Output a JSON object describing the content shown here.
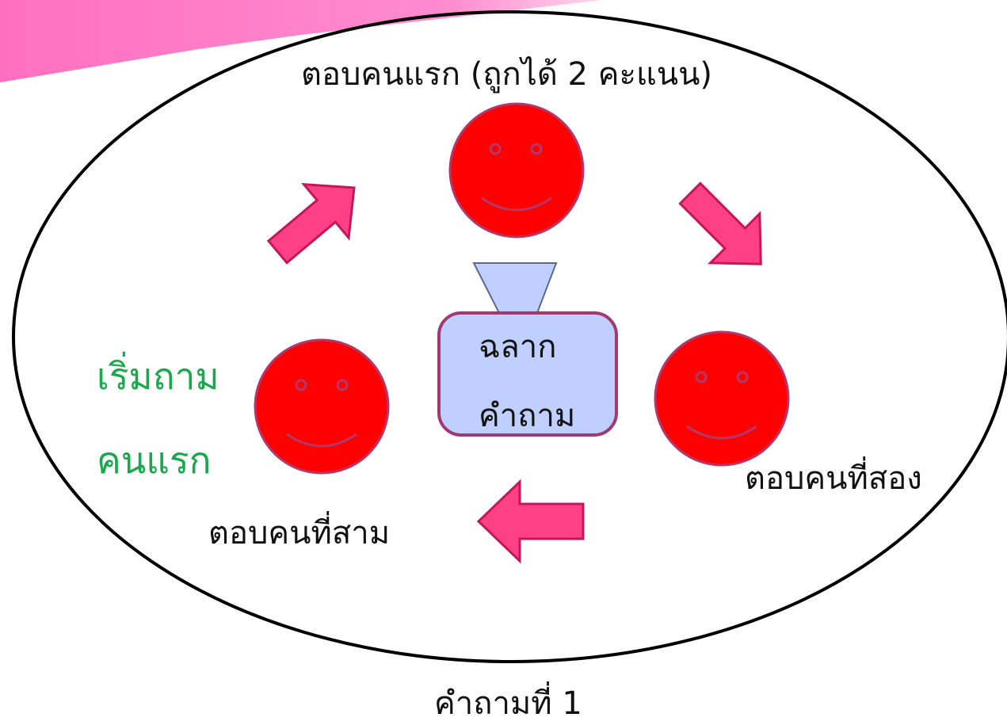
{
  "labels": {
    "first_answerer": "ตอบคนแรก (ถูกได้ 2 คะแนน)",
    "second_answerer": "ตอบคนที่สอง",
    "third_answerer": "ตอบคนที่สาม",
    "start_line1": "เริ่มถาม",
    "start_line2": "คนแรก",
    "box_line1": "ฉลาก",
    "box_line2": "คำถาม",
    "caption": "คำถามที่ 1"
  },
  "colors": {
    "face_fill": "#ff0000",
    "face_stroke": "#b3386a",
    "arrow_fill": "#ff3f86",
    "arrow_stroke": "#c2185b",
    "box_fill": "#bfcfff",
    "box_stroke": "#a03a70",
    "start_text": "#1aa84c",
    "banner": "#ff80c8"
  }
}
